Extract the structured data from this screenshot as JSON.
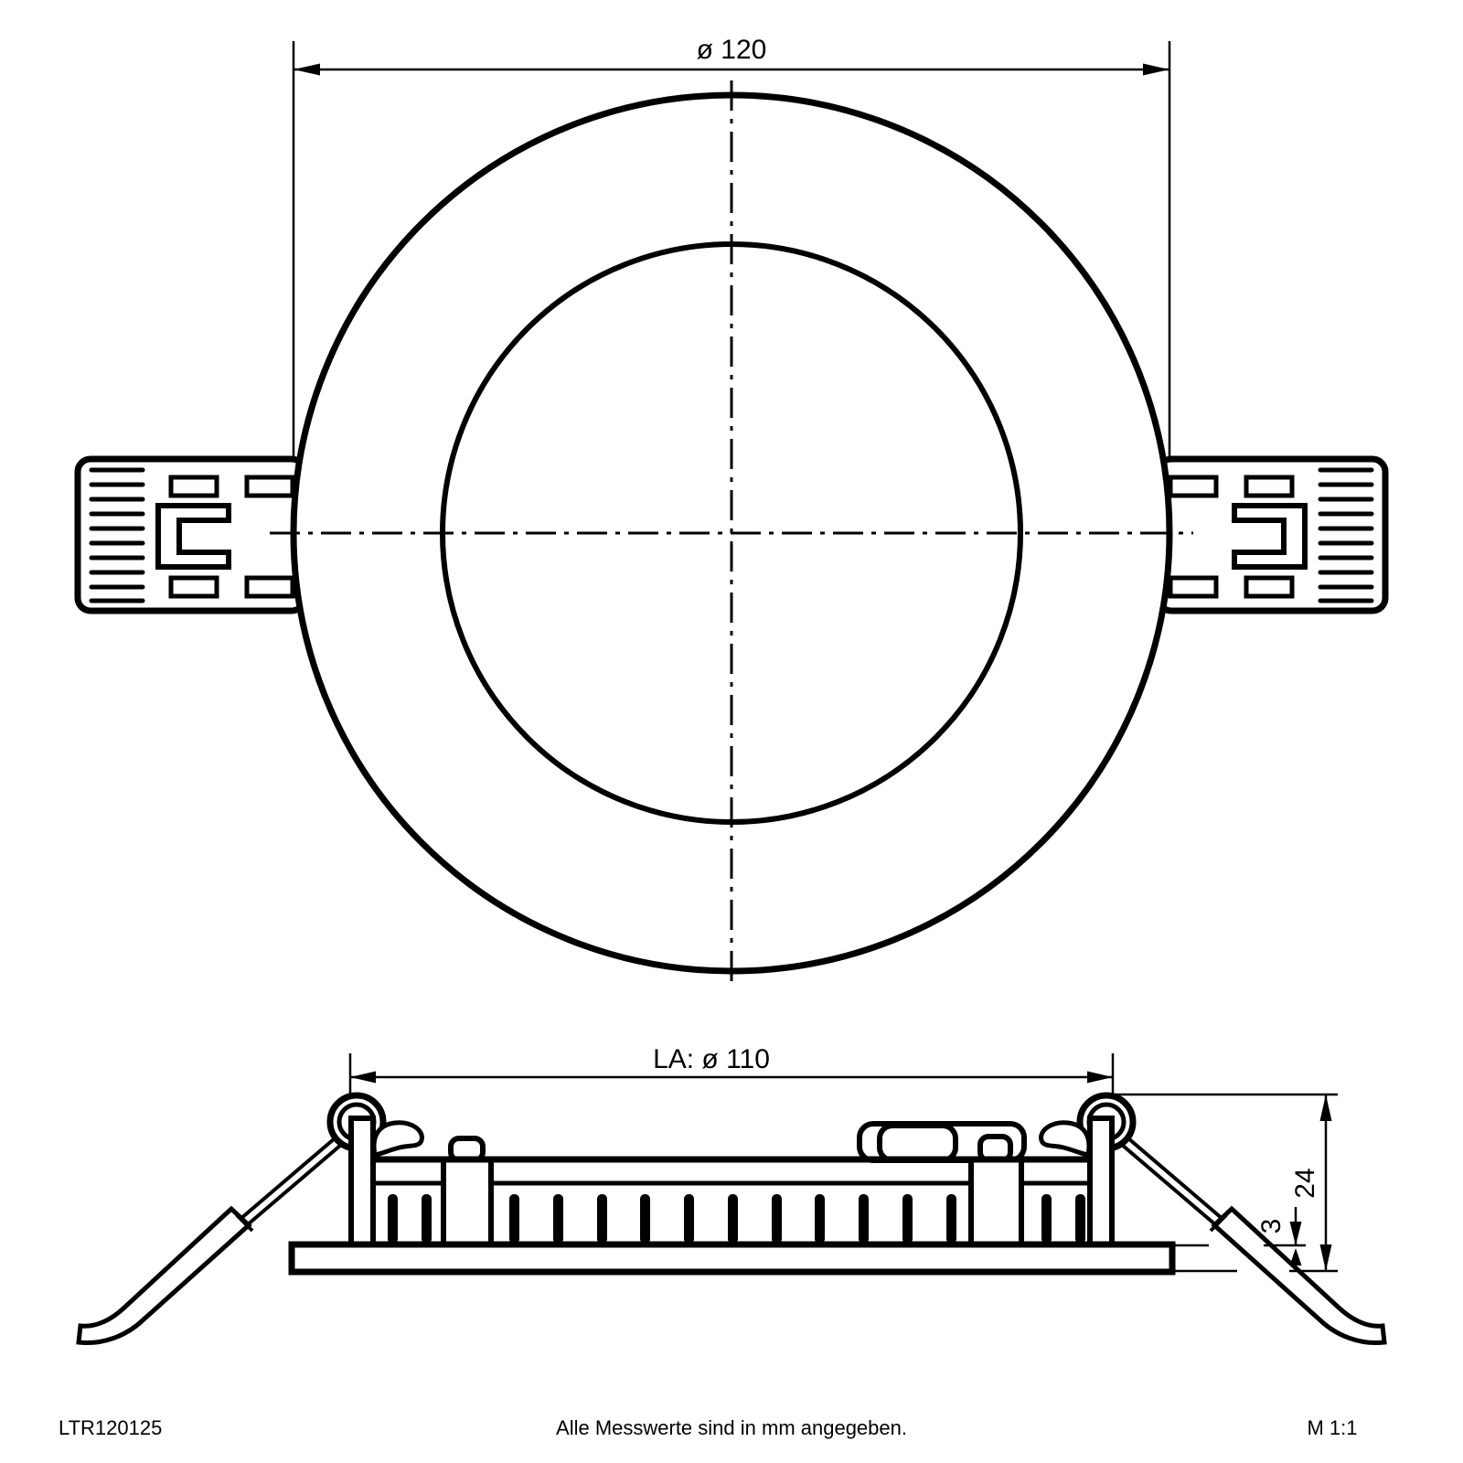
{
  "drawing": {
    "top_view": {
      "diameter_label": "ø 120"
    },
    "side_view": {
      "cutout_diameter_label": "LA: ø 110",
      "height_label": "24",
      "edge_thickness_label": "3"
    },
    "footer": {
      "product_code": "LTR120125",
      "note": "Alle Messwerte sind in mm angegeben.",
      "scale": "M 1:1"
    },
    "colors": {
      "line": "#000000",
      "background": "#ffffff"
    }
  }
}
